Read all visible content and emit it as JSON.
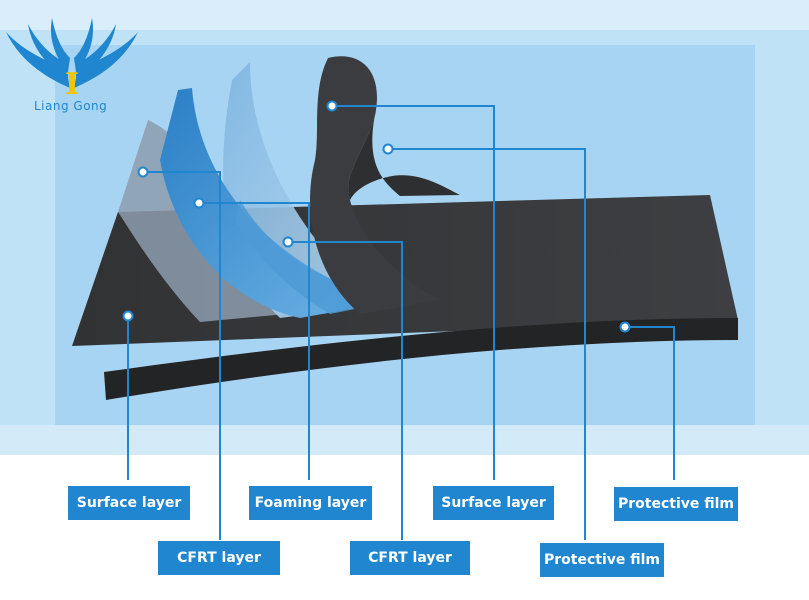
{
  "logo": {
    "text": "Liang Gong",
    "mark": "I"
  },
  "labels": [
    {
      "id": "surface-1",
      "text": "Surface layer"
    },
    {
      "id": "foaming",
      "text": "Foaming layer"
    },
    {
      "id": "surface-2",
      "text": "Surface layer"
    },
    {
      "id": "protective-1",
      "text": "Protective film"
    },
    {
      "id": "cfrt-1",
      "text": "CFRT layer"
    },
    {
      "id": "cfrt-2",
      "text": "CFRT layer"
    },
    {
      "id": "protective-2",
      "text": "Protective film"
    }
  ],
  "colors": {
    "accent": "#1f86cf",
    "panel": "#a9d5f3",
    "board": "#3a3b3d"
  }
}
